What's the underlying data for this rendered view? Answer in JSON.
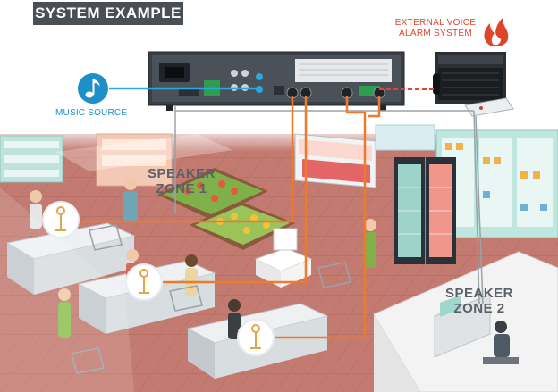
{
  "title": "SYSTEM EXAMPLE",
  "labels": {
    "external_alarm": [
      "EXTERNAL VOICE",
      "ALARM SYSTEM"
    ],
    "music_source": "MUSIC SOURCE",
    "zone1": [
      "SPEAKER",
      "ZONE 1"
    ],
    "zone2": [
      "SPEAKER",
      "ZONE 2"
    ]
  },
  "icons": {
    "music_note": "music-note-icon",
    "fire": "fire-icon",
    "speaker": "ceiling-speaker-icon"
  },
  "colors": {
    "title_bg": "#4a4f55",
    "title_text": "#ffffff",
    "music_blue": "#1f8fc9",
    "alarm_red": "#e0452b",
    "speaker_cable": "#f07a2b",
    "zone_text": "#5b6168",
    "store_floor": "#c5786e"
  }
}
